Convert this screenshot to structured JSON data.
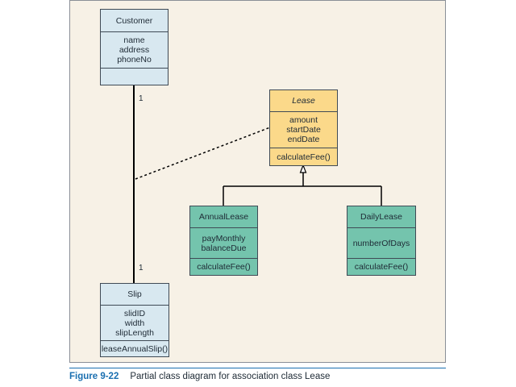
{
  "diagram": {
    "classes": {
      "customer": {
        "name": "Customer",
        "attributes": [
          "name",
          "address",
          "phoneNo"
        ],
        "methods": []
      },
      "lease": {
        "name": "Lease",
        "attributes": [
          "amount",
          "startDate",
          "endDate"
        ],
        "methods": [
          "calculateFee()"
        ]
      },
      "annual_lease": {
        "name": "AnnualLease",
        "attributes": [
          "payMonthly",
          "balanceDue"
        ],
        "methods": [
          "calculateFee()"
        ]
      },
      "daily_lease": {
        "name": "DailyLease",
        "attributes": [
          "numberOfDays"
        ],
        "methods": [
          "calculateFee()"
        ]
      },
      "slip": {
        "name": "Slip",
        "attributes": [
          "slidID",
          "width",
          "slipLength"
        ],
        "methods": [
          "leaseAnnualSlip()"
        ]
      }
    },
    "multiplicities": {
      "customer_end": "1",
      "slip_end": "1"
    },
    "colors": {
      "plain_class": "#d8e8f0",
      "association_class": "#fbd98a",
      "subclass": "#74c4ad",
      "panel": "#f7f1e6",
      "caption_accent": "#1a6fb0"
    }
  },
  "caption": {
    "figure_number": "Figure 9-22",
    "text": "Partial class diagram for association class Lease"
  }
}
